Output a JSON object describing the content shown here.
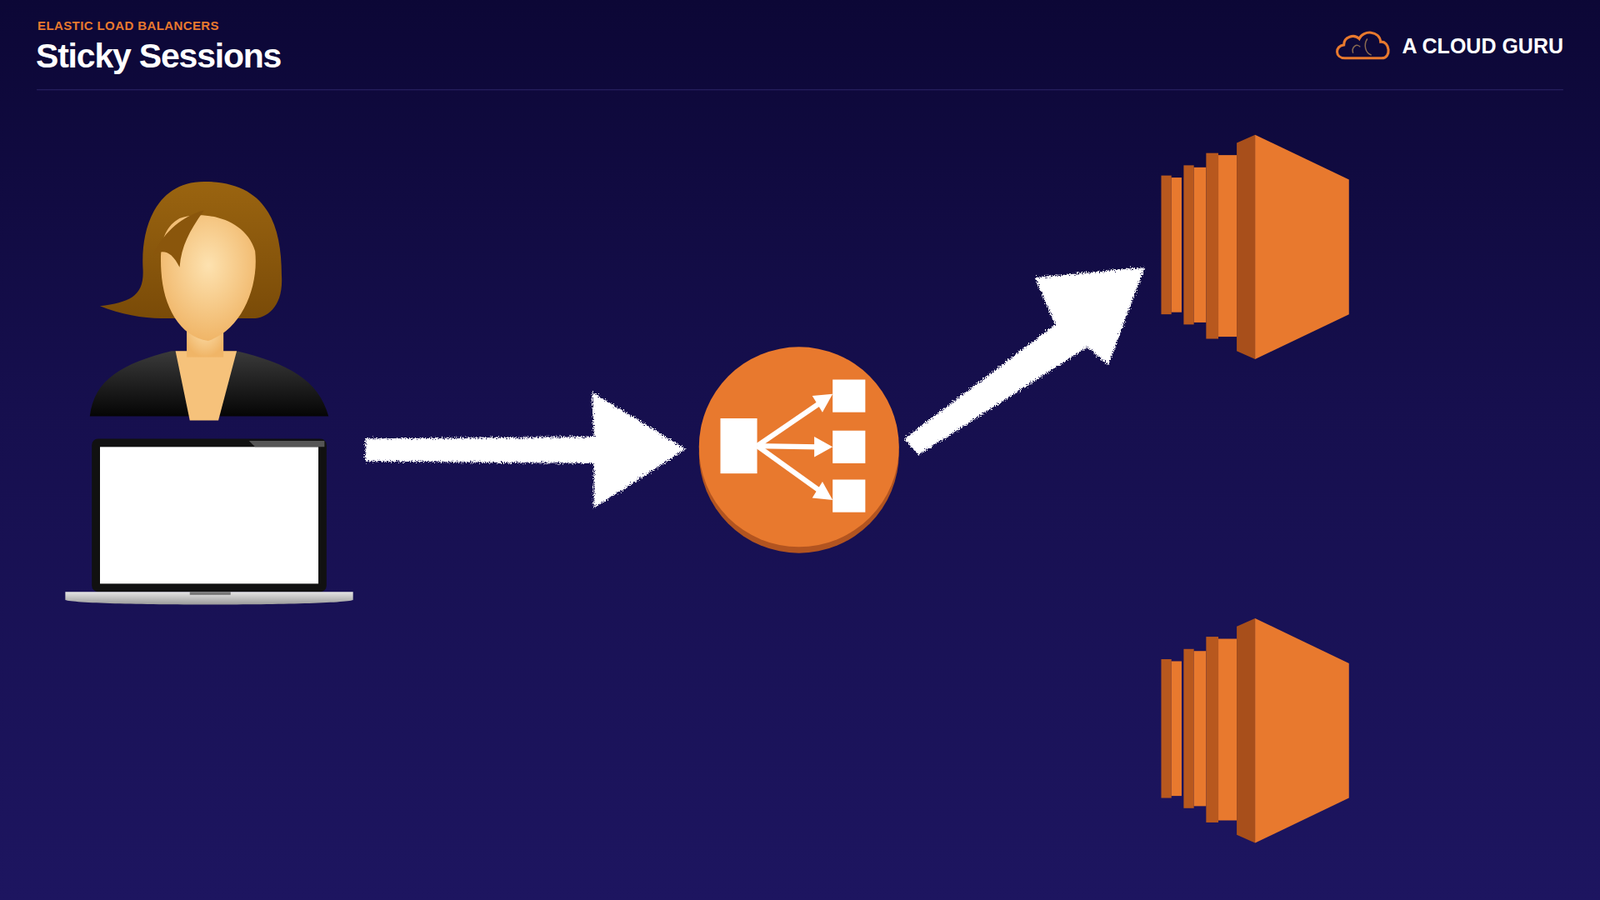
{
  "diagram": {
    "title": "Sticky Sessions",
    "labels": [
      "ELASTIC LOAD BALANCERS",
      "A CLOUD GURU"
    ]
  }
}
